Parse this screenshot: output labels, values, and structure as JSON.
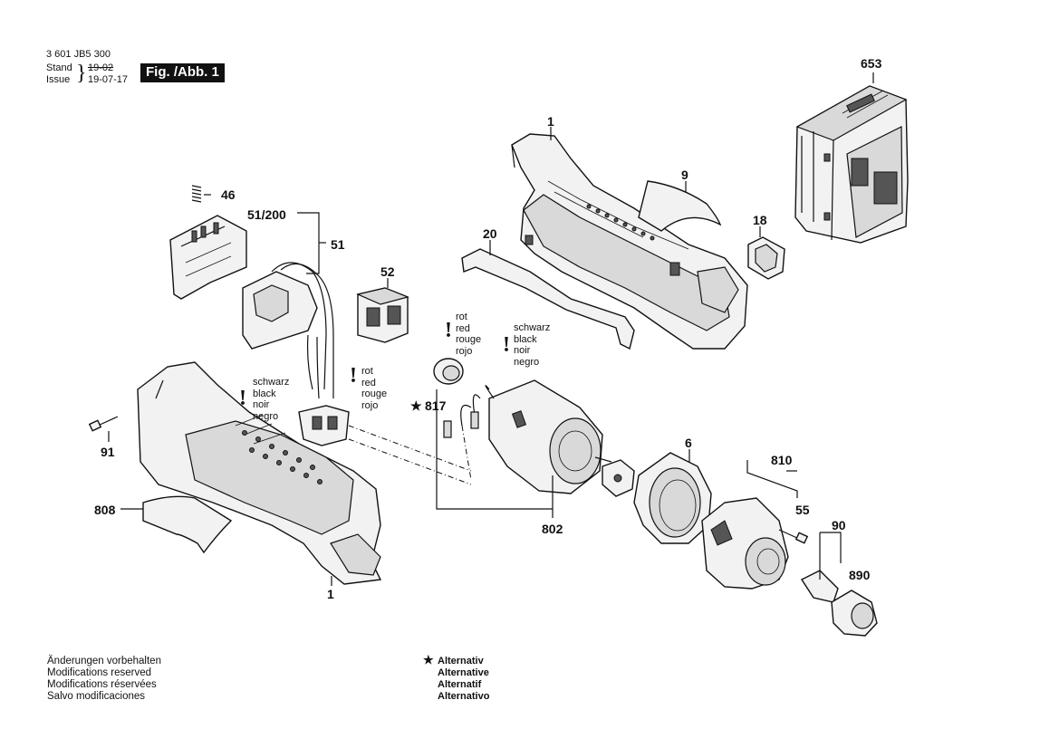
{
  "header": {
    "part_number": "3 601 JB5 300",
    "stand_label": "Stand",
    "issue_label": "Issue",
    "stand_value": "19-02",
    "issue_value": "19-07-17",
    "figure_label": "Fig. /Abb. 1"
  },
  "parts": {
    "p653": "653",
    "p1_top": "1",
    "p9": "9",
    "p18": "18",
    "p20": "20",
    "p46": "46",
    "p51_200": "51/200",
    "p51": "51",
    "p52": "52",
    "p91": "91",
    "p808": "808",
    "p1_bottom": "1",
    "p817": "817",
    "p6": "6",
    "p802": "802",
    "p810": "810",
    "p55": "55",
    "p90": "90",
    "p890": "890",
    "star": "★"
  },
  "wire_labels": {
    "red_group_1": [
      "rot",
      "red",
      "rouge",
      "rojo"
    ],
    "black_group_1": [
      "schwarz",
      "black",
      "noir",
      "negro"
    ],
    "black_group_2": [
      "schwarz",
      "black",
      "noir",
      "negro"
    ],
    "red_group_2": [
      "rot",
      "red",
      "rouge",
      "rojo"
    ],
    "warn_mark": "!"
  },
  "footer": {
    "left": [
      "Änderungen vorbehalten",
      "Modifications reserved",
      "Modifications réservées",
      "Salvo modificaciones"
    ],
    "right": [
      "Alternativ",
      "Alternative",
      "Alternatif",
      "Alternativo"
    ],
    "star": "★"
  }
}
